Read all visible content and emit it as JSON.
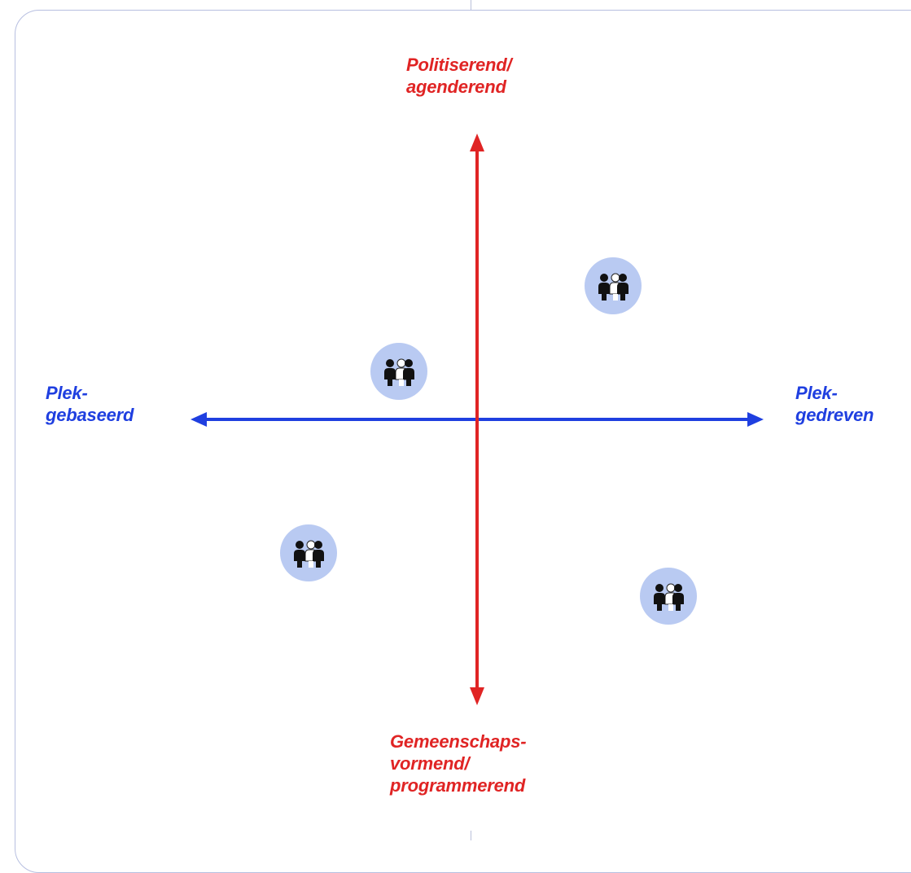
{
  "vertical_axis": {
    "top_label": [
      "Politiserend/",
      "agenderend"
    ],
    "bottom_label": [
      "Gemeenschaps-",
      "vormend/",
      "programmerend"
    ],
    "color": "#e02424"
  },
  "horizontal_axis": {
    "left_label": [
      "Plek-",
      "gebaseerd"
    ],
    "right_label": [
      "Plek-",
      "gedreven"
    ],
    "color": "#1f3fe0"
  },
  "group_markers": [
    {
      "icon": "group-people-icon",
      "quadrant": "top-right"
    },
    {
      "icon": "group-people-icon",
      "quadrant": "top-left"
    },
    {
      "icon": "group-people-icon",
      "quadrant": "bottom-left"
    },
    {
      "icon": "group-people-icon",
      "quadrant": "bottom-right"
    }
  ],
  "marker_color": "#b9caf2"
}
